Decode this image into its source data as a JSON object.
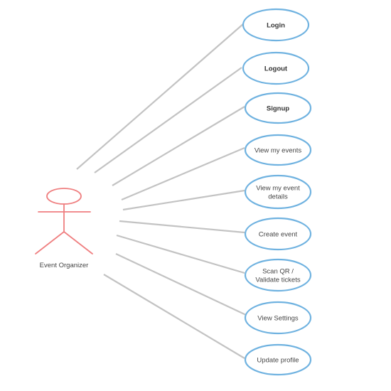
{
  "actor": {
    "name": "Event Organizer"
  },
  "use_cases": [
    {
      "lines": [
        "Login"
      ],
      "bold": true
    },
    {
      "lines": [
        "Logout"
      ],
      "bold": true
    },
    {
      "lines": [
        "Signup"
      ],
      "bold": true
    },
    {
      "lines": [
        "View my events"
      ],
      "bold": false
    },
    {
      "lines": [
        "View my event",
        "details"
      ],
      "bold": false
    },
    {
      "lines": [
        "Create event"
      ],
      "bold": false
    },
    {
      "lines": [
        "Scan QR /",
        "Validate tickets"
      ],
      "bold": false
    },
    {
      "lines": [
        "View Settings"
      ],
      "bold": false
    },
    {
      "lines": [
        "Update profile"
      ],
      "bold": false
    }
  ]
}
